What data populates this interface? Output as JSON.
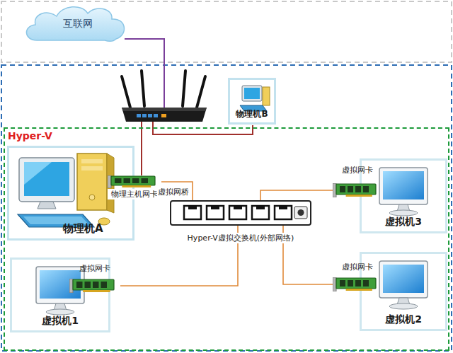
{
  "diagram": {
    "nodes": [
      {
        "text": [
          "互联网"
        ]
      },
      {
        "text": [
          "物理机B"
        ]
      },
      {
        "text": [
          "Hyper-V"
        ]
      },
      {
        "text": [
          "物理机A"
        ],
        "in": 2
      },
      {
        "text": [
          "物理主机网卡"
        ],
        "in": 2
      },
      {
        "text": [
          "Hyper-V虚拟交换机(外部网络)"
        ],
        "in": 2
      },
      {
        "text": [
          "虚拟网卡"
        ],
        "in": 2
      },
      {
        "text": [
          "虚拟机3"
        ],
        "in": 2
      },
      {
        "text": [
          "虚拟网卡"
        ],
        "in": 2
      },
      {
        "text": [
          "虚拟机1"
        ],
        "in": 2
      },
      {
        "text": [
          "虚拟网卡"
        ],
        "in": 2
      },
      {
        "text": [
          "虚拟机2"
        ],
        "in": 2
      }
    ],
    "edges": [
      {
        "from": 4,
        "to": 5,
        "arrow": "none"
      },
      {
        "from": 5,
        "to": 6,
        "arrow": "none"
      },
      {
        "from": 5,
        "to": 8,
        "arrow": "none"
      },
      {
        "from": 5,
        "to": 10,
        "arrow": "none"
      }
    ],
    "labels": [
      "虚拟网桥"
    ]
  }
}
